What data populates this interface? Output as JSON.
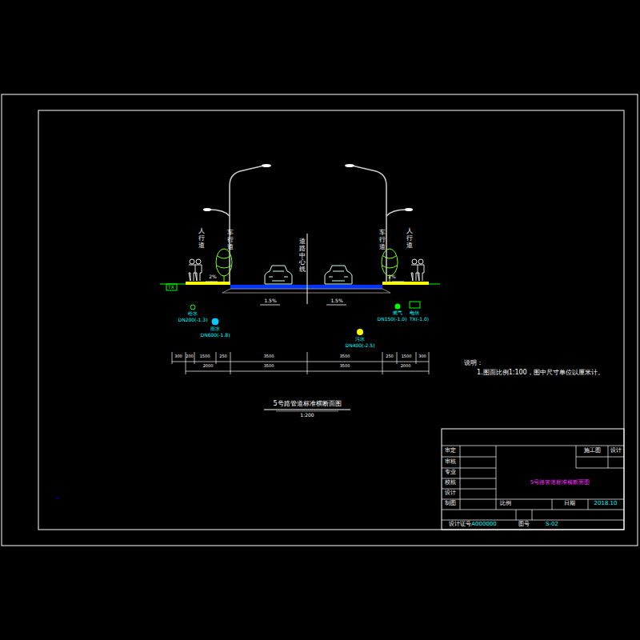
{
  "diagram": {
    "title": "5号路管道标准横断面图",
    "caption": "1:200",
    "labels": [
      "人行道",
      "车行道",
      "道路中心线",
      "车行道",
      "人行道",
      "2%",
      "2%",
      "1.5%",
      "1.5%",
      "给水",
      "DN200(-1.3)",
      "雨水",
      "DN600(-1.8)",
      "污水",
      "DN400(-2.5)",
      "燃气",
      "DN150(-1.0)",
      "电信",
      "TX(-1.0)",
      "TX",
      "300",
      "200",
      "1500",
      "250",
      "3500",
      "3500",
      "250",
      "1500",
      "300",
      "2000",
      "3500",
      "3500",
      "2000",
      "说明：",
      "1.图面比例1:100，图中尺寸单位以厘米计。",
      "审定",
      "审核",
      "专业",
      "校核",
      "设计",
      "制图",
      "设计证号",
      "施工图",
      "设计",
      "5号路管道标准横断面图",
      "比例",
      "日期",
      "2018.10",
      "图号",
      "S-02",
      "A000000"
    ]
  }
}
